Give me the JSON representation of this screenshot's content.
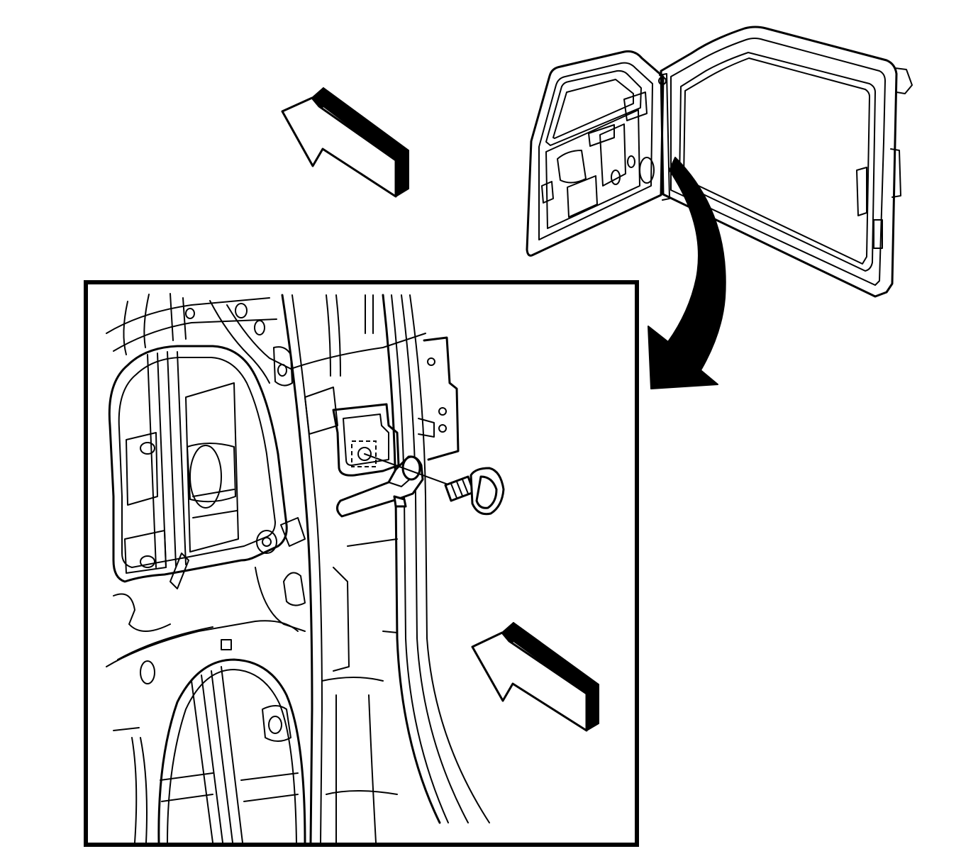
{
  "diagram": {
    "kind": "service-illustration",
    "style": "black line art on white",
    "colors": {
      "line": "#000000",
      "background": "#ffffff"
    },
    "components": [
      "overview-door-assembly",
      "callout-arrow",
      "detail-inset",
      "door-check-link",
      "door-check-bolt",
      "direction-arrow-upper-left",
      "direction-arrow-lower-right"
    ]
  }
}
